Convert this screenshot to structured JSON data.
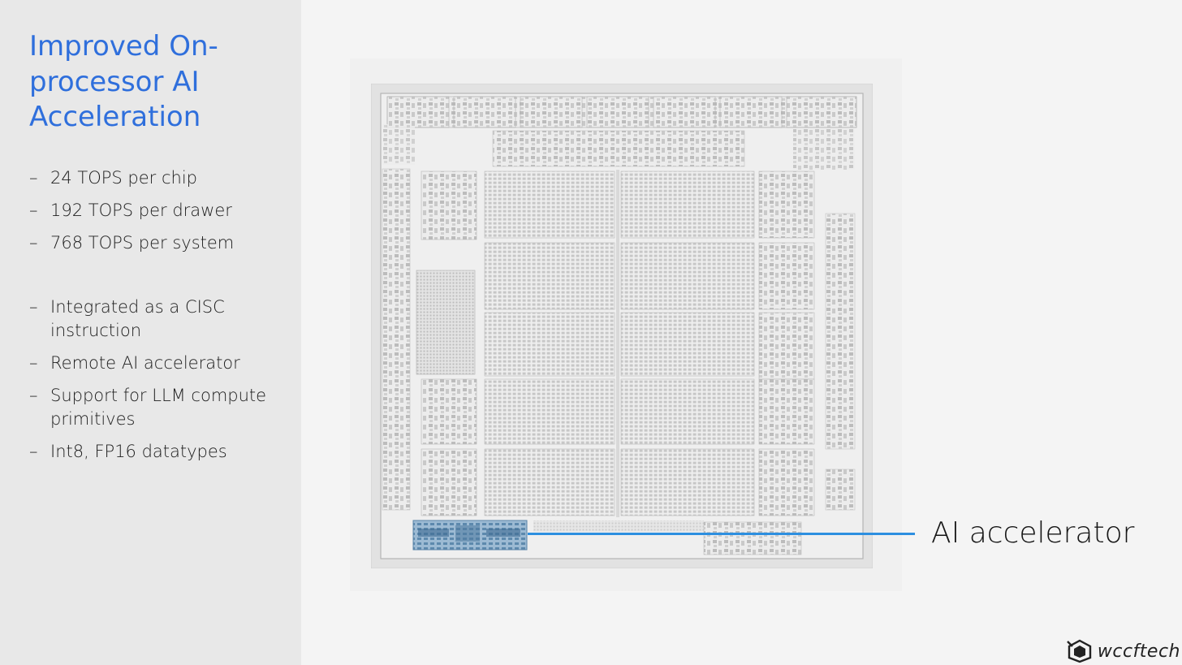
{
  "slide": {
    "title": "Improved On-processor AI Acceleration",
    "bullets_group_1": [
      "24 TOPS per chip",
      "192 TOPS per drawer",
      "768 TOPS per system"
    ],
    "bullets_group_2": [
      "Integrated as a CISC instruction",
      "Remote AI accelerator",
      "Support for LLM compute primitives",
      "Int8, FP16 datatypes"
    ],
    "bullet_marker": "–"
  },
  "figure": {
    "callout_label": "AI accelerator",
    "highlight_color": "#2d8fe0"
  },
  "watermark": {
    "text": "wccftech",
    "icon": "wccftech-logo-icon"
  }
}
